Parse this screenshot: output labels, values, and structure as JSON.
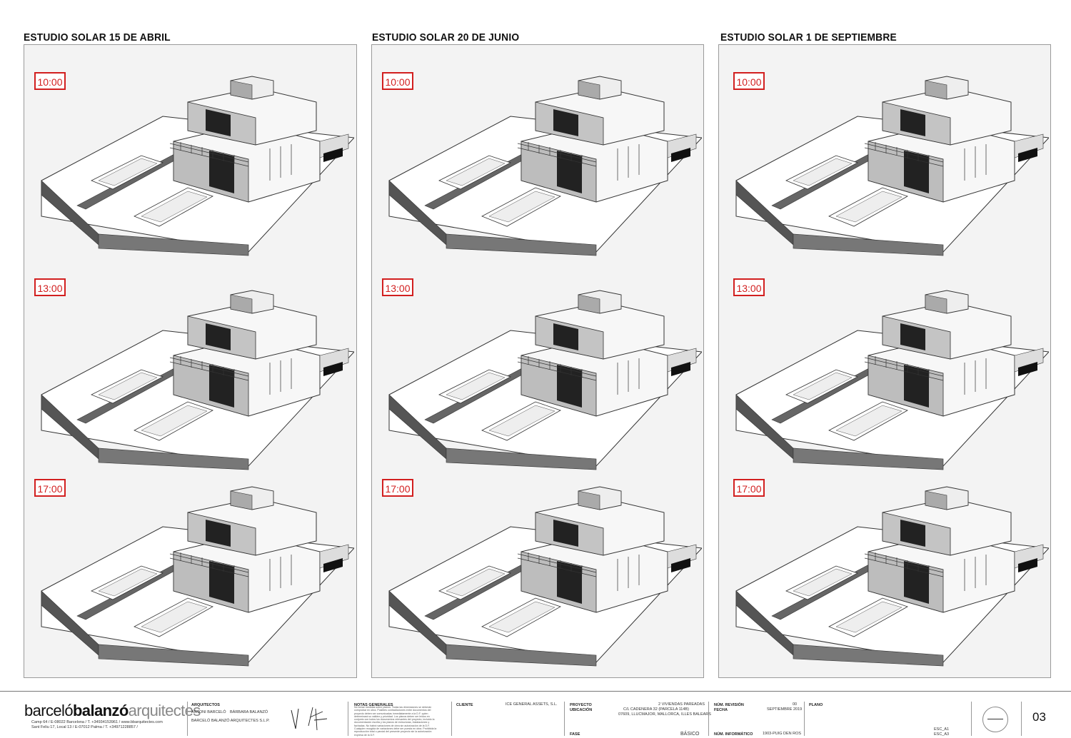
{
  "columns": [
    {
      "title": "ESTUDIO SOLAR 15 DE ABRIL",
      "times": [
        "10:00",
        "13:00",
        "17:00"
      ]
    },
    {
      "title": "ESTUDIO SOLAR 20 DE JUNIO",
      "times": [
        "10:00",
        "13:00",
        "17:00"
      ]
    },
    {
      "title": "ESTUDIO SOLAR 1 DE SEPTIEMBRE",
      "times": [
        "10:00",
        "13:00",
        "17:00"
      ]
    }
  ],
  "footer": {
    "brand": {
      "part1": "barceló",
      "part2": "balanzó",
      "part3": "arquitectes"
    },
    "address1": "Camp 64  /  E-08022  Barcelona  /  T. +34934153961  /  www.bbarquitectes.com",
    "address2": "Sant Feliu 17, Local 13  /  E-07012  Palma  /  T. +34971228857  /",
    "architects_label": "ARQUITECTOS",
    "architect1": "ANTONI BARCELÓ",
    "architect2": "BÀRBARA BALANZÓ",
    "firm": "BARCELÓ BALANZÓ ARQUITECTES S.L.P.",
    "notes_label": "NOTAS GENERALES",
    "notes_text": "No tomar medidas sobre planos. Todas las dimensiones se deberán comprobar en obra. Posibles contradicciones entre documentos del proyecto deben ser comunicadas inmediatamente a la D.F. quien determinará su validez y prioridad. Los planos deben ser leídos en conjunto con todos los documentos relevantes del proyecto, incluido la documentación escrita y los planos de estructuras, instalaciones y fachadas. No habrá variaciones de obra sin autorización de la D.F. Cualquier recogida de variaciones debe ser puesta en obra. Prohibida la reproducción total o parcial del presente proyecto sin la autorización expresa de la D.F.",
    "client_label": "CLIENTE",
    "client": "ICE GENERAL ASSETS, S.L.",
    "project_label": "PROYECTO",
    "project": "2 VIVIENDAS PAREADAS",
    "location_label": "UBICACIÓN",
    "location1": "C/L CADENERA 32 (PARCELA 114B)",
    "location2": "07609, LLUCMAJOR, MALLORCA, ILLES BALEARS",
    "phase_label": "FASE",
    "phase": "BÁSICO",
    "revision_label": "NÚM. REVISIÓN",
    "revision": "00",
    "date_label": "FECHA",
    "date": "SEPTIEMBRE 2019",
    "file_label": "NÚM. INFORMÁTICO",
    "file": "1903-PUIG DEN ROS",
    "plan_label": "PLANO",
    "scale1": "ESC_A1",
    "scale2": "ESC_A3",
    "sheet": "03"
  },
  "colors": {
    "badge": "#d21f1f",
    "panel": "#f3f3f3"
  },
  "icons": [
    "north-arrow-icon",
    "signature-icon"
  ]
}
